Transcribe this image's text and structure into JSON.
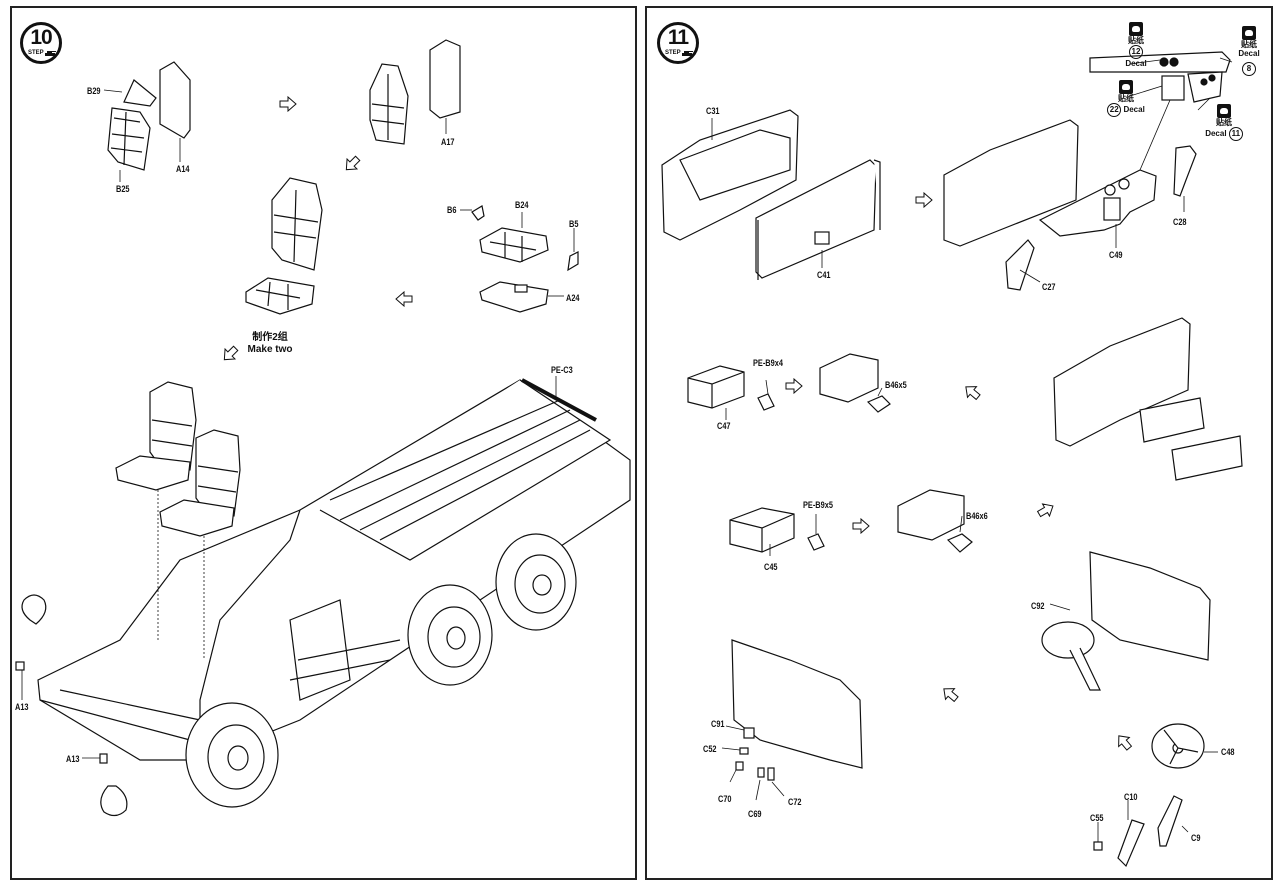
{
  "steps": [
    {
      "number": "10",
      "word": "STEP",
      "parts": {
        "b29": "B29",
        "b25": "B25",
        "a14": "A14",
        "a17": "A17",
        "b6": "B6",
        "b24": "B24",
        "b5": "B5",
        "a24": "A24",
        "pe_c3": "PE-C3",
        "a13_upper": "A13",
        "a13_lower": "A13"
      },
      "note_cn": "制作2组",
      "note_en": "Make two"
    },
    {
      "number": "11",
      "word": "STEP",
      "parts": {
        "c31": "C31",
        "c41": "C41",
        "c49": "C49",
        "c28": "C28",
        "c27": "C27",
        "c47": "C47",
        "pe_b9x4": "PE-B9x4",
        "b46x5": "B46x5",
        "c45": "C45",
        "pe_b9x5": "PE-B9x5",
        "b46x6": "B46x6",
        "c92": "C92",
        "c91": "C91",
        "c52": "C52",
        "c70": "C70",
        "c69": "C69",
        "c72": "C72",
        "c48": "C48",
        "c10": "C10",
        "c55": "C55",
        "c9": "C9"
      },
      "decals": [
        {
          "cn": "贴纸",
          "en": "Decal",
          "number": "12"
        },
        {
          "cn": "贴纸",
          "en": "Decal",
          "number": "8"
        },
        {
          "cn": "贴纸",
          "en": "Decal",
          "number": "22"
        },
        {
          "cn": "贴纸",
          "en": "Decal",
          "number": "11"
        }
      ]
    }
  ],
  "icons": {
    "flow_arrow": "hollow-arrow-icon",
    "decal": "decal-sheet-icon",
    "step_tank": "tank-icon"
  },
  "colors": {
    "ink": "#111111",
    "paper": "#ffffff",
    "line": "#222222"
  }
}
